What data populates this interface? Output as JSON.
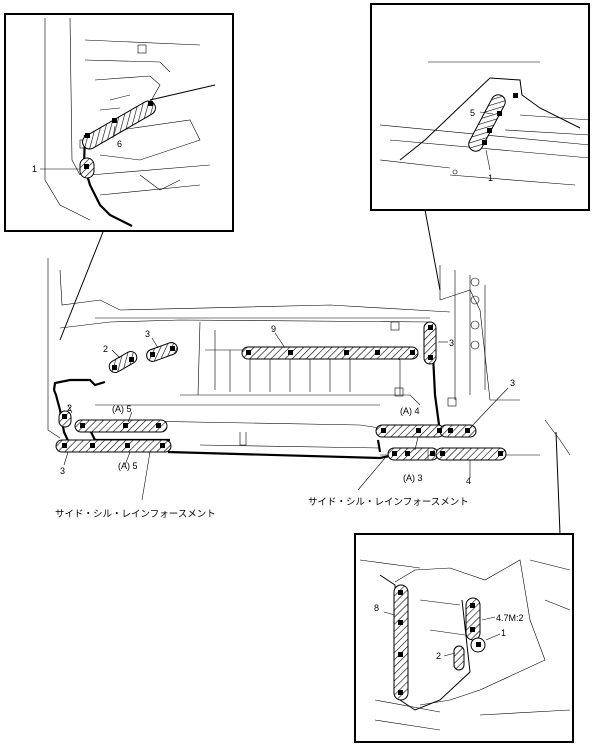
{
  "labels": {
    "inset_tl_1": "1",
    "inset_tl_6": "6",
    "inset_tr_5": "5",
    "inset_tr_1": "1",
    "main_2a": "2",
    "main_3a": "3",
    "main_9": "9",
    "main_3b": "3",
    "main_3c": "3",
    "main_a5_top": "(A) 5",
    "main_2b": "2",
    "main_3d": "3",
    "main_a5_bottom": "(A) 5",
    "main_a4": "(A) 4",
    "main_a3": "(A) 3",
    "main_4": "4",
    "inset_br_8": "8",
    "inset_br_torque": "4.7M:2",
    "inset_br_1": "1",
    "inset_br_2": "2"
  },
  "captions": {
    "sill_left": "サイド・シル・レインフォースメント",
    "sill_right": "サイド・シル・レインフォースメント"
  }
}
